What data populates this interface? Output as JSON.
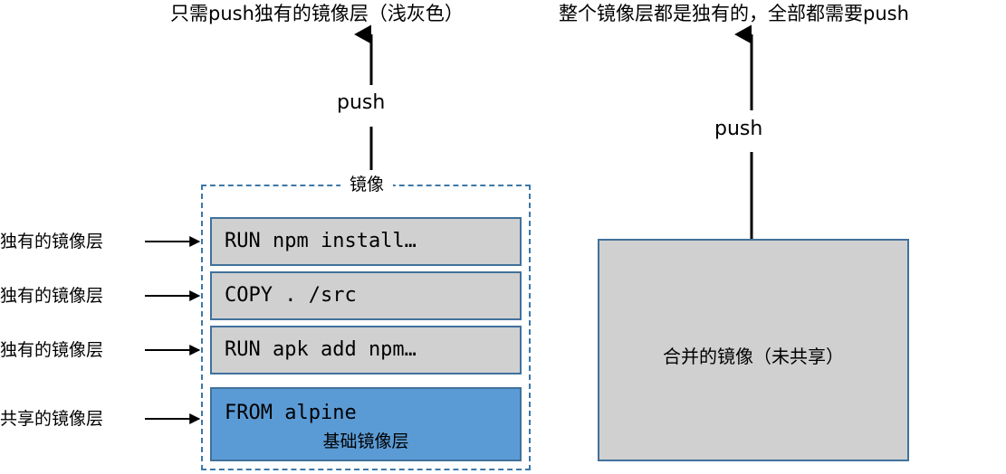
{
  "headings": {
    "left": "只需push独有的镜像层（浅灰色）",
    "right": "整个镜像层都是独有的，全部都需要push"
  },
  "arrows": {
    "left_push_label": "push",
    "right_push_label": "push"
  },
  "left_diagram": {
    "group_title": "镜像",
    "layers": [
      {
        "command": "RUN npm install…",
        "type": "unique",
        "fill": "#D0D0D0"
      },
      {
        "command": "COPY . /src",
        "type": "unique",
        "fill": "#D0D0D0"
      },
      {
        "command": "RUN apk add npm…",
        "type": "unique",
        "fill": "#D0D0D0"
      },
      {
        "command": "FROM alpine",
        "type": "shared",
        "fill": "#5B9BD5",
        "sublabel": "基础镜像层"
      }
    ],
    "side_labels": [
      "独有的镜像层",
      "独有的镜像层",
      "独有的镜像层",
      "共享的镜像层"
    ]
  },
  "right_diagram": {
    "merged_label": "合并的镜像（未共享）",
    "fill": "#D0D0D0",
    "border": "#41719C"
  },
  "colors": {
    "shared_layer_blue": "#5B9BD5",
    "unique_layer_gray": "#D0D0D0",
    "box_border": "#41719C",
    "dashed_border": "#3C78A8",
    "arrow": "#000000",
    "background": "#FFFFFF"
  }
}
